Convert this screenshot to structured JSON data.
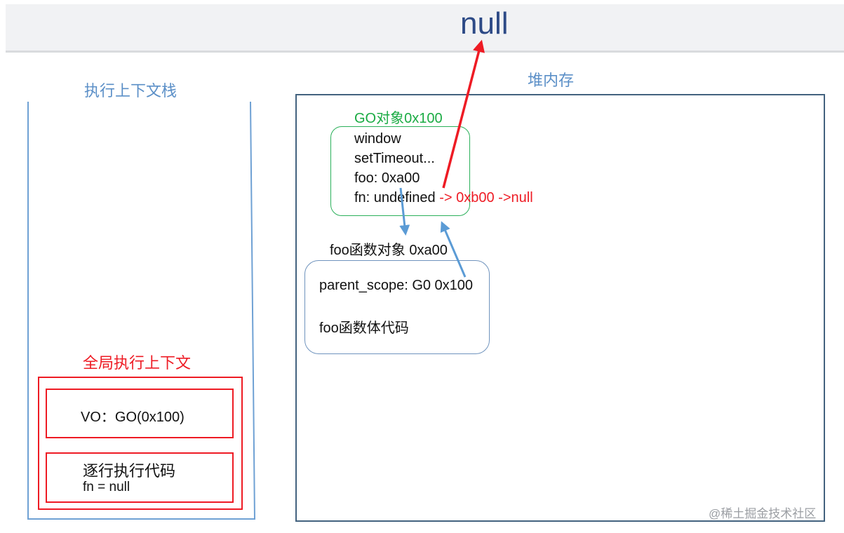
{
  "top_bar": {
    "value": "null"
  },
  "stack": {
    "title": "执行上下文栈"
  },
  "heap": {
    "title": "堆内存"
  },
  "go_object": {
    "title": "GO对象0x100",
    "lines": [
      "window",
      "setTimeout...",
      "foo: 0xa00"
    ],
    "fn_prefix": "fn: undefined",
    "fn_suffix": " -> 0xb00 ->null"
  },
  "foo_object": {
    "title": "foo函数对象 0xa00",
    "parent_scope": "parent_scope: G0 0x100",
    "body": "foo函数体代码"
  },
  "global_context": {
    "title": "全局执行上下文",
    "vo": "VO：GO(0x100)",
    "code_title": "逐行执行代码",
    "code_line": "fn = null"
  },
  "watermark": "@稀土掘金技术社区",
  "colors": {
    "heading_blue": "#5b8fc7",
    "go_green": "#1aab43",
    "red": "#ee1b24",
    "arrow_blue": "#5b9bd5",
    "null_text": "#2d4a86"
  }
}
